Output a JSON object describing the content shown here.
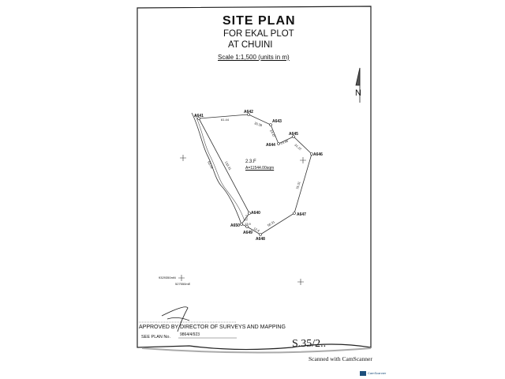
{
  "document": {
    "title": "SITE PLAN",
    "subtitle_1": "FOR EKAL PLOT",
    "subtitle_2": "AT CHUINI",
    "scale": "Scale 1:1,500 (units in m)",
    "north_label": "N",
    "parcel_label": "2.3.F",
    "area": "A=11544.00sqm",
    "northing": "9329350mN",
    "easting": "527550mE",
    "approved_by": "APPROVED BY DIRECTOR OF SURVEYS AND MAPPING",
    "see_plan_label": "SEE PLAN No.",
    "see_plan_no": "9864/4/923",
    "ref_handwritten": "S.35/2..",
    "footer": "Scanned with CamScanner",
    "logo_text": "CamScanner"
  },
  "beacons": [
    "A641",
    "A642",
    "A643",
    "A644",
    "A645",
    "A646",
    "A647",
    "A648",
    "A649",
    "A650",
    "A640"
  ],
  "distances": [
    "61.44",
    "30.38",
    "24.47",
    "19.46",
    "31.22",
    "75.31",
    "50.31",
    "12.4",
    "13.9",
    "12.2",
    "133.31",
    "63.09"
  ],
  "colors": {
    "ink": "#111111",
    "paper": "#ffffff",
    "north_fill": "#555555"
  }
}
